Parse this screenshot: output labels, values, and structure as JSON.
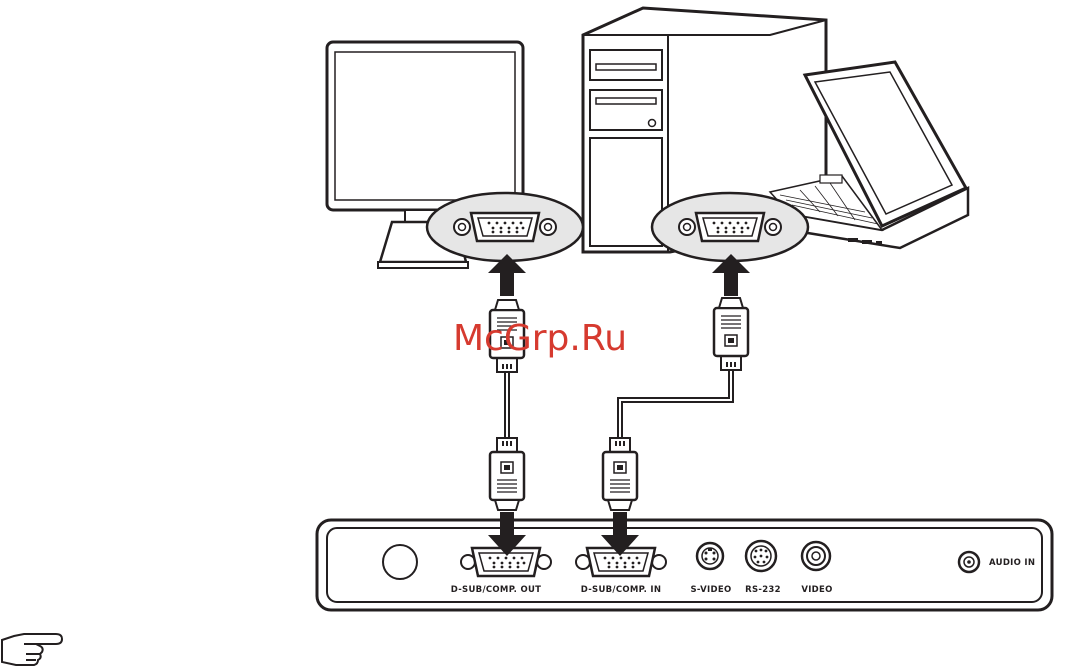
{
  "watermark": "McGrp.Ru",
  "panel_ports": {
    "dsub_out": "D-SUB/COMP. OUT",
    "dsub_in": "D-SUB/COMP. IN",
    "svideo": "S-VIDEO",
    "rs232": "RS-232",
    "video": "VIDEO",
    "audio_in": "AUDIO IN"
  },
  "devices": [
    "monitor",
    "desktop-tower",
    "laptop",
    "projector-rear-panel"
  ],
  "icons": [
    "pointing-hand-icon",
    "arrow-up-icon",
    "arrow-down-icon",
    "vga-connector-icon",
    "vga-plug-icon"
  ],
  "colors": {
    "line": "#231f20",
    "port_bubble": "#e6e6e6",
    "watermark": "#d63a2f"
  }
}
